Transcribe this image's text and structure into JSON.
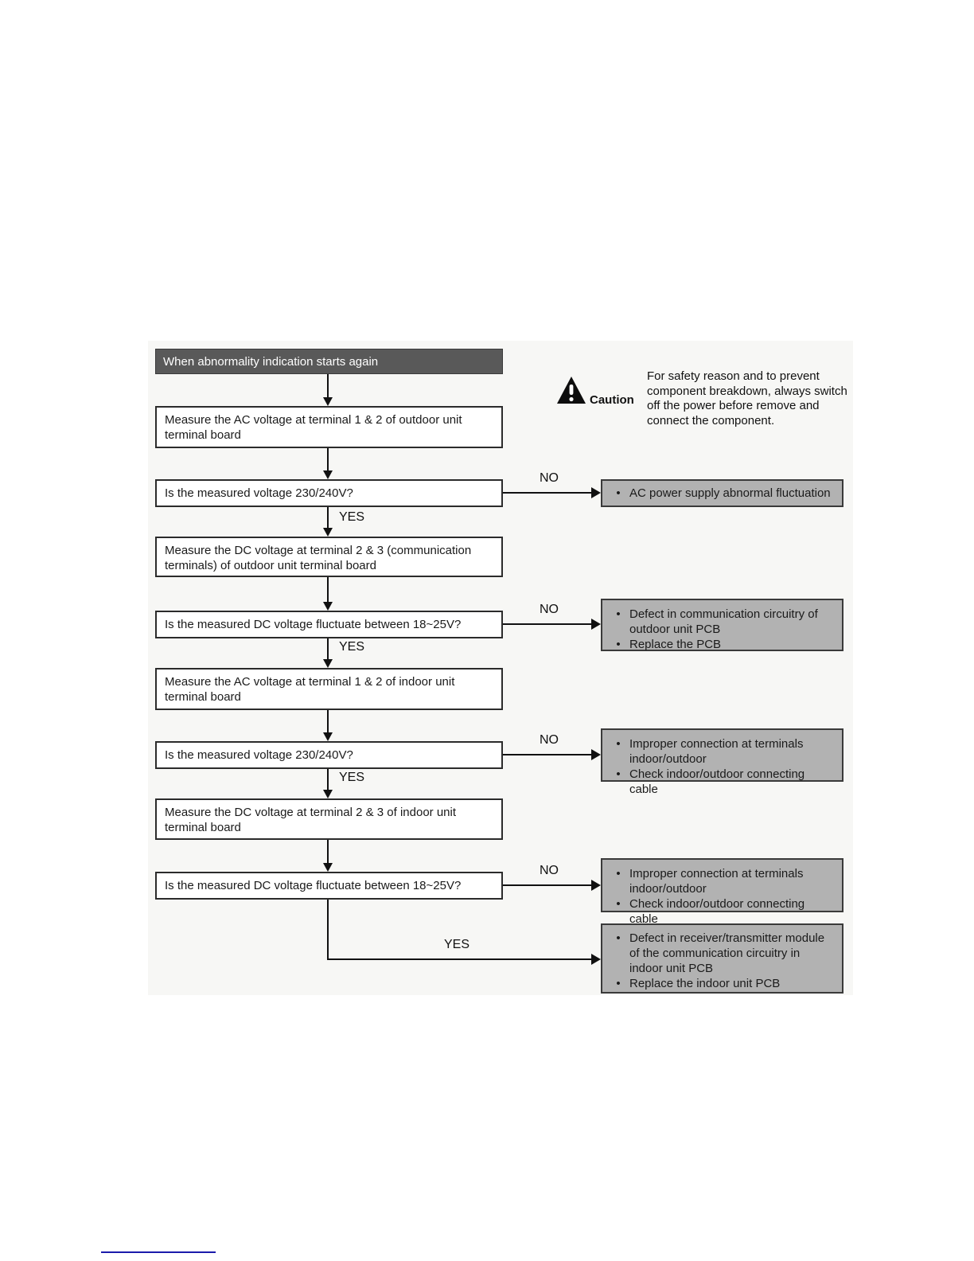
{
  "colors": {
    "start_bg": "#595959",
    "start_text": "#ffffff",
    "box_border": "#2b2b2b",
    "result_bg": "#b2b2b2",
    "scan_bg": "#f7f7f5",
    "footer_line": "#1b1bab"
  },
  "caution": {
    "icon": "warning-triangle-icon",
    "label": "Caution",
    "text": "For safety reason and to prevent component breakdown, always switch off the power before remove and connect the component."
  },
  "flowchart": {
    "yes_label": "YES",
    "no_label": "NO",
    "start": "When abnormality indication starts again",
    "processes": [
      "Measure the AC voltage at terminal 1 & 2 of outdoor unit terminal board",
      "Measure the DC voltage at terminal 2 & 3 (communication terminals) of outdoor unit terminal board",
      "Measure the AC voltage at terminal 1 & 2 of indoor unit terminal board",
      "Measure the DC voltage at terminal 2 & 3 of indoor unit terminal board"
    ],
    "decisions": [
      "Is the measured voltage 230/240V?",
      "Is the measured DC voltage fluctuate between 18~25V?",
      "Is the measured voltage 230/240V?",
      "Is the measured DC voltage fluctuate between 18~25V?"
    ],
    "results": [
      {
        "bullets": [
          "AC power supply abnormal fluctuation"
        ]
      },
      {
        "bullets": [
          "Defect in communication circuitry of outdoor unit PCB",
          "Replace the PCB"
        ]
      },
      {
        "bullets": [
          "Improper connection at terminals indoor/outdoor",
          "Check indoor/outdoor connecting cable"
        ]
      },
      {
        "bullets": [
          "Improper connection at terminals indoor/outdoor",
          "Check indoor/outdoor connecting cable"
        ]
      },
      {
        "bullets": [
          "Defect in receiver/transmitter module of the communication circuitry in indoor unit PCB",
          "Replace the indoor unit PCB"
        ]
      }
    ]
  }
}
